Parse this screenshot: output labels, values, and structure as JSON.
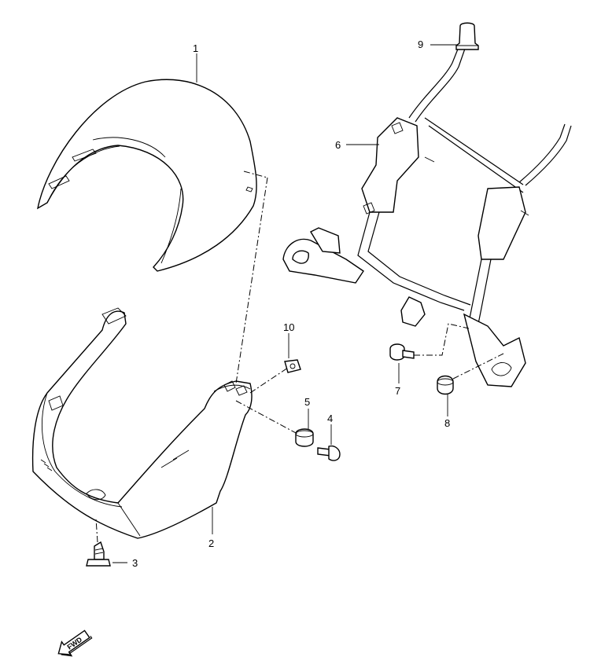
{
  "callouts": {
    "p1": "1",
    "p2": "2",
    "p3": "3",
    "p4": "4",
    "p5": "5",
    "p6": "6",
    "p7": "7",
    "p8": "8",
    "p9": "9",
    "p10": "10"
  },
  "fwd_arrow": {
    "label": "FWD"
  }
}
